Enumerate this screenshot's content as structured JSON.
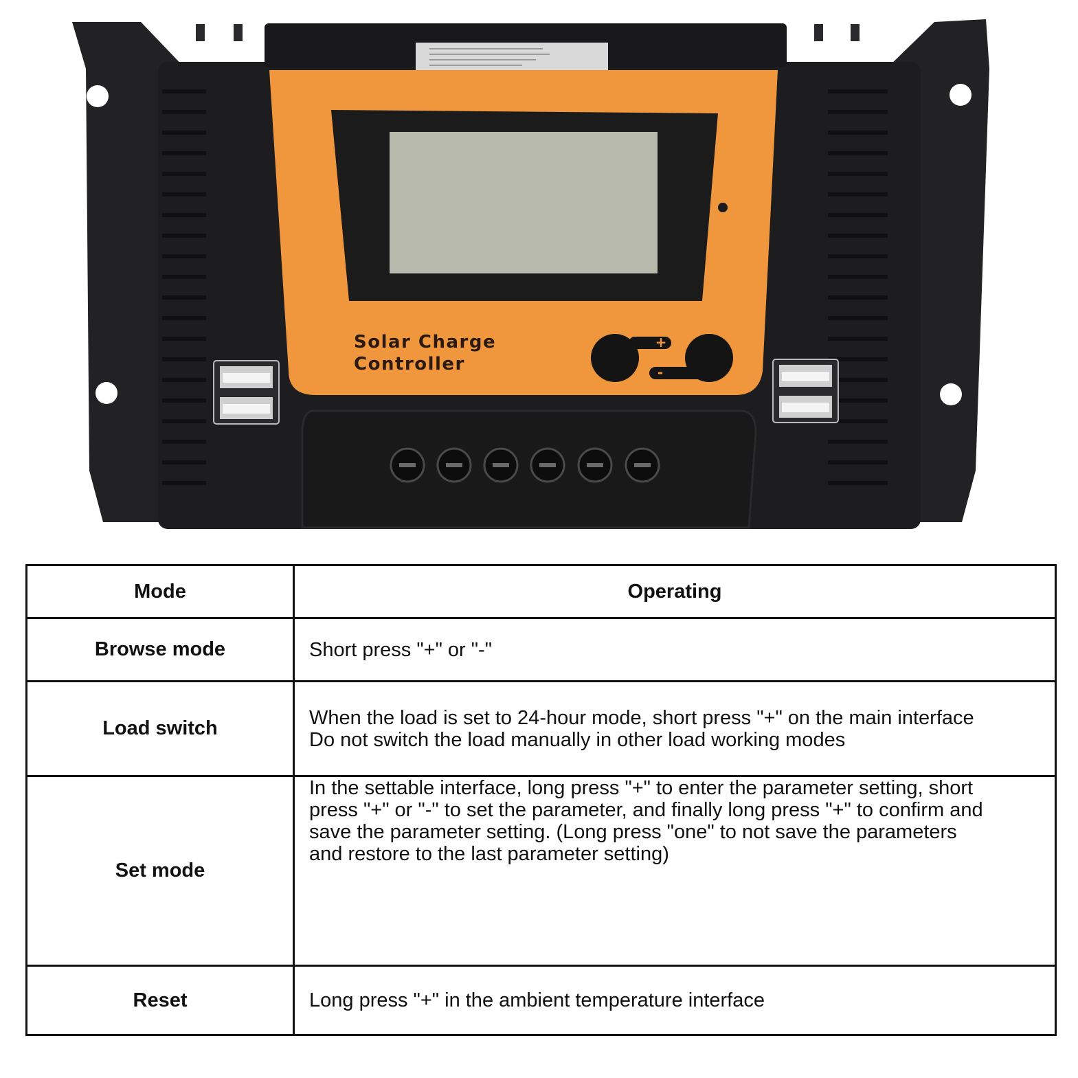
{
  "device": {
    "label_line1": "Solar Charge",
    "label_line2": "Controller",
    "button_plus_symbol": "+",
    "button_minus_symbol": "-",
    "colors": {
      "body": "#1d1d1f",
      "faceplate": "#f0963c",
      "lcd": "#b7b9ac",
      "label": "#2a1a10"
    }
  },
  "table": {
    "headers": {
      "mode": "Mode",
      "operating": "Operating"
    },
    "rows": [
      {
        "mode": "Browse mode",
        "operating": [
          "Short press \"+\" or \"-\""
        ]
      },
      {
        "mode": "Load switch",
        "operating": [
          "When the load is set to 24-hour mode, short press \"+\" on the main interface",
          "Do not switch the load manually in other load working modes"
        ]
      },
      {
        "mode": "Set mode",
        "operating": [
          "In the settable interface, long press \"+\" to enter the parameter setting, short",
          "press \"+\" or \"-\" to set the parameter, and finally long press \"+\" to confirm and",
          "save the parameter setting. (Long press \"one\" to not save the parameters",
          "and restore to the last parameter setting)"
        ]
      },
      {
        "mode": "Reset",
        "operating": [
          "Long press \"+\" in the ambient temperature interface"
        ]
      }
    ]
  }
}
